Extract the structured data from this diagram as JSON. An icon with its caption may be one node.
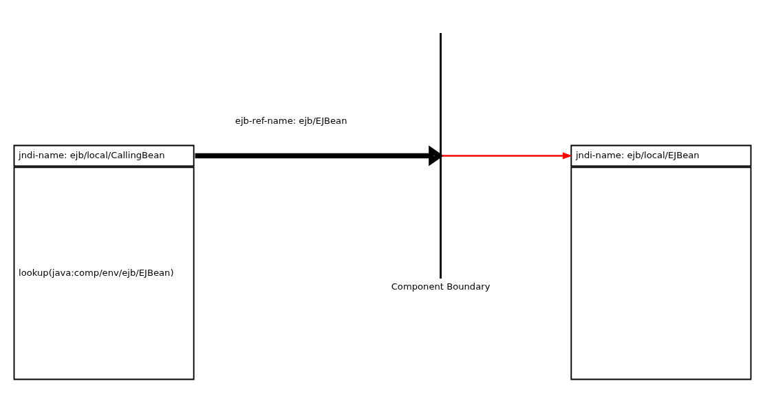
{
  "diagram": {
    "nodes": [
      {
        "text": [
          "jndi-name: ejb/local/CallingBean",
          "lookup(java:comp/env/ejb/EJBean)"
        ]
      },
      {
        "text": [],
        "shape": "bar",
        "beside": [
          "Component Boundary"
        ]
      },
      {
        "text": [
          "jndi-name: ejb/local/EJBean"
        ]
      }
    ],
    "edges": [
      {
        "from": 0,
        "to": 1,
        "arrow": "to",
        "label": "ejb-ref-name: ejb/EJBean",
        "style": "thick"
      },
      {
        "from": 1,
        "to": 2,
        "arrow": "to",
        "color": "#ff0000"
      }
    ]
  }
}
